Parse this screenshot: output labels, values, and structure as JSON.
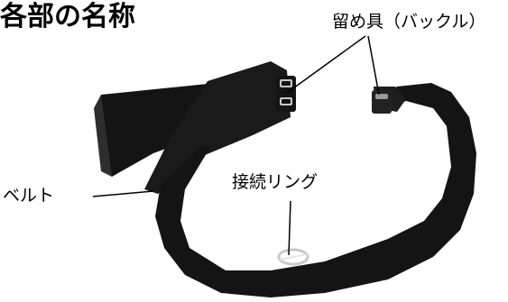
{
  "heading": "各部の名称",
  "labels": {
    "buckle": "留め具（バックル）",
    "belt": "ベルト",
    "ring": "接続リング"
  },
  "colors": {
    "strap": "#141414",
    "strap_edge": "#2e2e2e",
    "metal": "#c8c8c8",
    "leader_line": "#000000"
  }
}
